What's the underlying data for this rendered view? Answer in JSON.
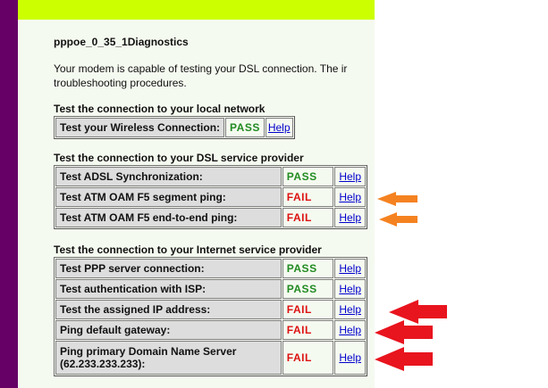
{
  "colors": {
    "sidebar": "#660066",
    "topbar": "#ccff00",
    "panel": "#f5faf0",
    "pass": "#228B22",
    "fail": "#dd1111",
    "arrow_orange": "#f58220",
    "arrow_red": "#e8141e"
  },
  "page": {
    "title": "pppoe_0_35_1Diagnostics",
    "intro_line1": "Your modem is capable of testing your DSL connection. The ir",
    "intro_line2": "troubleshooting procedures."
  },
  "sections": [
    {
      "heading": "Test the connection to your local network",
      "rows": [
        {
          "label": "Test your Wireless Connection:",
          "status": "PASS",
          "help": "Help"
        }
      ]
    },
    {
      "heading": "Test the connection to your DSL service provider",
      "rows": [
        {
          "label": "Test ADSL Synchronization:",
          "status": "PASS",
          "help": "Help"
        },
        {
          "label": "Test ATM OAM F5 segment ping:",
          "status": "FAIL",
          "help": "Help"
        },
        {
          "label": "Test ATM OAM F5 end-to-end ping:",
          "status": "FAIL",
          "help": "Help"
        }
      ]
    },
    {
      "heading": "Test the connection to your Internet service provider",
      "rows": [
        {
          "label": "Test PPP server connection:",
          "status": "PASS",
          "help": "Help"
        },
        {
          "label": "Test authentication with ISP:",
          "status": "PASS",
          "help": "Help"
        },
        {
          "label": "Test the assigned IP address:",
          "status": "FAIL",
          "help": "Help"
        },
        {
          "label": "Ping default gateway:",
          "status": "FAIL",
          "help": "Help"
        },
        {
          "label": "Ping primary Domain Name Server",
          "label_line2": "(62.233.233.233):",
          "status": "FAIL",
          "help": "Help"
        }
      ]
    }
  ],
  "annotations": {
    "arrows": [
      {
        "icon": "left-arrow-icon",
        "color": "orange",
        "points_to": "Test ATM OAM F5 segment ping"
      },
      {
        "icon": "left-arrow-icon",
        "color": "orange",
        "points_to": "Test ATM OAM F5 end-to-end ping"
      },
      {
        "icon": "left-arrow-icon",
        "color": "red",
        "points_to": "Test the assigned IP address"
      },
      {
        "icon": "left-arrow-icon",
        "color": "red",
        "points_to": "Ping default gateway"
      },
      {
        "icon": "left-arrow-icon",
        "color": "red",
        "points_to": "Ping primary Domain Name Server"
      }
    ]
  }
}
